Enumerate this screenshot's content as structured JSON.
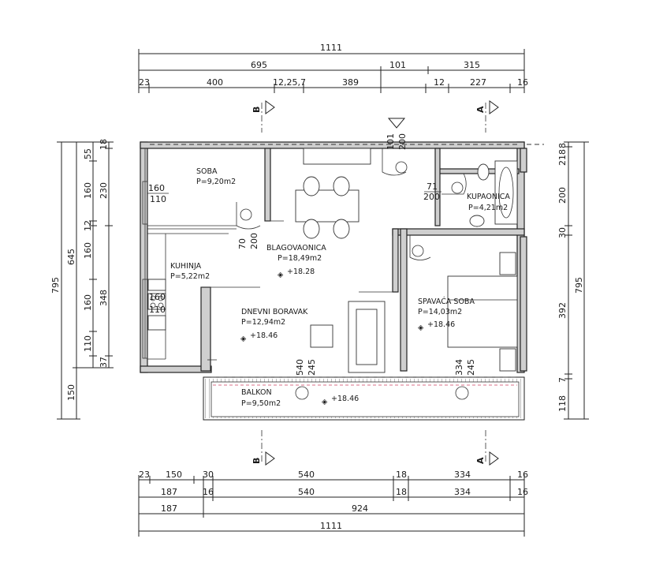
{
  "dimensions": {
    "top": {
      "row1": [
        "1111"
      ],
      "row2": [
        "695",
        "101",
        "315"
      ],
      "row3": [
        "23",
        "400",
        "12,25,7",
        "389",
        "12",
        "227",
        "16"
      ]
    },
    "bottom": {
      "row1": [
        "23",
        "150",
        "30",
        "540",
        "18",
        "334",
        "16"
      ],
      "row2": [
        "187",
        "16",
        "540",
        "18",
        "334",
        "16"
      ],
      "row3": [
        "187",
        "924"
      ],
      "row4": [
        "1111"
      ]
    },
    "left": {
      "outer": [
        "795"
      ],
      "mid": [
        "645",
        "150"
      ],
      "inner": [
        "55",
        "18",
        "230",
        "160",
        "12",
        "160",
        "348",
        "160",
        "110",
        "37"
      ]
    },
    "right": {
      "outer": [
        "795"
      ],
      "inner": [
        "8",
        "218",
        "200",
        "30",
        "392",
        "7",
        "118"
      ]
    }
  },
  "openings": [
    {
      "w": "160",
      "h": "110"
    },
    {
      "w": "70",
      "h": "200"
    },
    {
      "w": "101",
      "h": "200"
    },
    {
      "w": "71",
      "h": "200"
    },
    {
      "w": "160",
      "h": "110"
    },
    {
      "w": "540",
      "h": "245"
    },
    {
      "w": "334",
      "h": "245"
    }
  ],
  "rooms": [
    {
      "name": "SOBA",
      "area": "P=9,20m2"
    },
    {
      "name": "BLAGOVAONICA",
      "area": "P=18,49m2",
      "level": "+18.28"
    },
    {
      "name": "KUPAONICA",
      "area": "P=4,21m2"
    },
    {
      "name": "KUHINJA",
      "area": "P=5,22m2"
    },
    {
      "name": "DNEVNI BORAVAK",
      "area": "P=12,94m2",
      "level": "+18.46"
    },
    {
      "name": "SPAVAĆA SOBA",
      "area": "P=14,03m2",
      "level": "+18.46"
    },
    {
      "name": "BALKON",
      "area": "P=9,50m2",
      "level": "+18.46"
    }
  ],
  "sections": {
    "a": "A",
    "b": "B"
  }
}
